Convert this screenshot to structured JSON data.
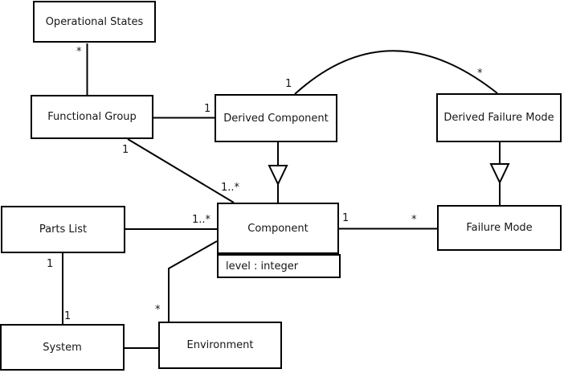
{
  "diagram": {
    "kind": "uml-class-diagram",
    "background_color": "#ffffff",
    "line_color": "#000000",
    "text_color": "#161616",
    "classes": [
      {
        "name": "Operational States"
      },
      {
        "name": "Functional Group"
      },
      {
        "name": "Derived Component"
      },
      {
        "name": "Derived Failure Mode"
      },
      {
        "name": "Parts List"
      },
      {
        "name": "Component",
        "attributes": [
          "level : integer"
        ]
      },
      {
        "name": "Failure Mode"
      },
      {
        "name": "System"
      },
      {
        "name": "Environment"
      }
    ],
    "relationships": [
      {
        "from": "Operational States",
        "to": "Functional Group",
        "type": "association"
      },
      {
        "from": "Functional Group",
        "to": "Derived Component",
        "type": "association"
      },
      {
        "from": "Functional Group",
        "to": "Component",
        "type": "association"
      },
      {
        "from": "Derived Component",
        "to": "Component",
        "type": "generalization"
      },
      {
        "from": "Derived Component",
        "to": "Derived Failure Mode",
        "type": "association"
      },
      {
        "from": "Derived Failure Mode",
        "to": "Failure Mode",
        "type": "generalization"
      },
      {
        "from": "Component",
        "to": "Failure Mode",
        "type": "association"
      },
      {
        "from": "Parts List",
        "to": "Component",
        "type": "association"
      },
      {
        "from": "Parts List",
        "to": "System",
        "type": "association"
      },
      {
        "from": "System",
        "to": "Environment",
        "type": "association"
      },
      {
        "from": "Environment",
        "to": "Component",
        "type": "association"
      }
    ],
    "multiplicities": [
      {
        "edge": "operational-states--functional-group",
        "near": "Operational States",
        "text": "*"
      },
      {
        "edge": "functional-group--derived-component",
        "near": "Derived Component",
        "text": "1"
      },
      {
        "edge": "functional-group--component",
        "near": "Functional Group",
        "text": "1"
      },
      {
        "edge": "functional-group--component",
        "near": "Component",
        "text": "1..*"
      },
      {
        "edge": "derived-component--derived-failure-mode",
        "near": "Derived Component",
        "text": "1"
      },
      {
        "edge": "derived-component--derived-failure-mode",
        "near": "Derived Failure Mode",
        "text": "*"
      },
      {
        "edge": "component--failure-mode",
        "near": "Component",
        "text": "1"
      },
      {
        "edge": "component--failure-mode",
        "near": "Failure Mode",
        "text": "*"
      },
      {
        "edge": "parts-list--component",
        "near": "Parts List",
        "text": "1"
      },
      {
        "edge": "parts-list--component",
        "near": "Component",
        "text": "1..*"
      },
      {
        "edge": "parts-list--system",
        "near": "Parts List",
        "text": "1"
      },
      {
        "edge": "parts-list--system",
        "near": "System",
        "text": "1"
      },
      {
        "edge": "environment--component",
        "near": "Environment",
        "text": "*"
      }
    ]
  }
}
